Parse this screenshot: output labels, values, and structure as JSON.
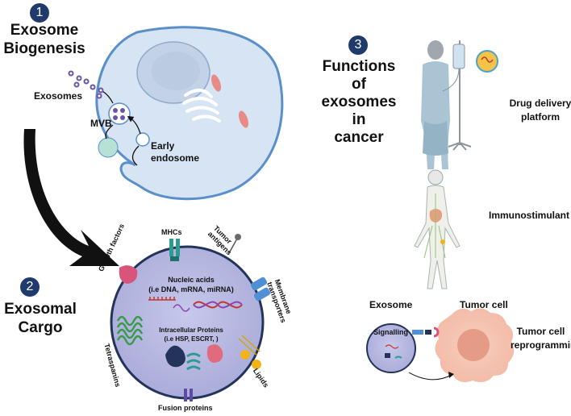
{
  "section1": {
    "number": "1",
    "title_line1": "Exosome",
    "title_line2": "Biogenesis",
    "labels": {
      "exosomes": "Exosomes",
      "mvb": "MVB",
      "early_endosome_line1": "Early",
      "early_endosome_line2": "endosome"
    }
  },
  "section2": {
    "number": "2",
    "title_line1": "Exosomal",
    "title_line2": "Cargo",
    "labels": {
      "mhcs": "MHCs",
      "tumor_antigens_line1": "Tumor",
      "tumor_antigens_line2": "antigens",
      "growth_factors": "Growth factors",
      "membrane_transporters_line1": "Membrane",
      "membrane_transporters_line2": "transporters",
      "tetraspanins": "Tetraspanins",
      "lipids": "Lipids",
      "fusion_proteins": "Fusion proteins",
      "nucleic_acids_title": "Nucleic acids",
      "nucleic_acids_detail": "(i.e DNA, mRNA, miRNA)",
      "intracellular_title": "Intracellular Proteins",
      "intracellular_detail": "(i.e HSP, ESCRT, )"
    }
  },
  "section3": {
    "number": "3",
    "title_line1": "Functions of",
    "title_line2": "exosomes in",
    "title_line3": "cancer",
    "labels": {
      "drug_delivery_line1": "Drug delivery",
      "drug_delivery_line2": "platform",
      "immunostimulant": "Immunostimulant",
      "exosome": "Exosome",
      "tumor_cell": "Tumor cell",
      "signalling": "Signalling",
      "reprogramming_line1": "Tumor cell",
      "reprogramming_line2": "reprogramming"
    }
  },
  "colors": {
    "badge": "#1f3a6b",
    "cell_fill": "#d6e4f4",
    "cell_stroke": "#5b8fc9",
    "exosome_fill": "#b6b8e0",
    "exosome_stroke": "#24335a",
    "tumor_fill": "#f6c7b6",
    "tumor_nucleus": "#e49c86",
    "arrow": "#111111"
  }
}
